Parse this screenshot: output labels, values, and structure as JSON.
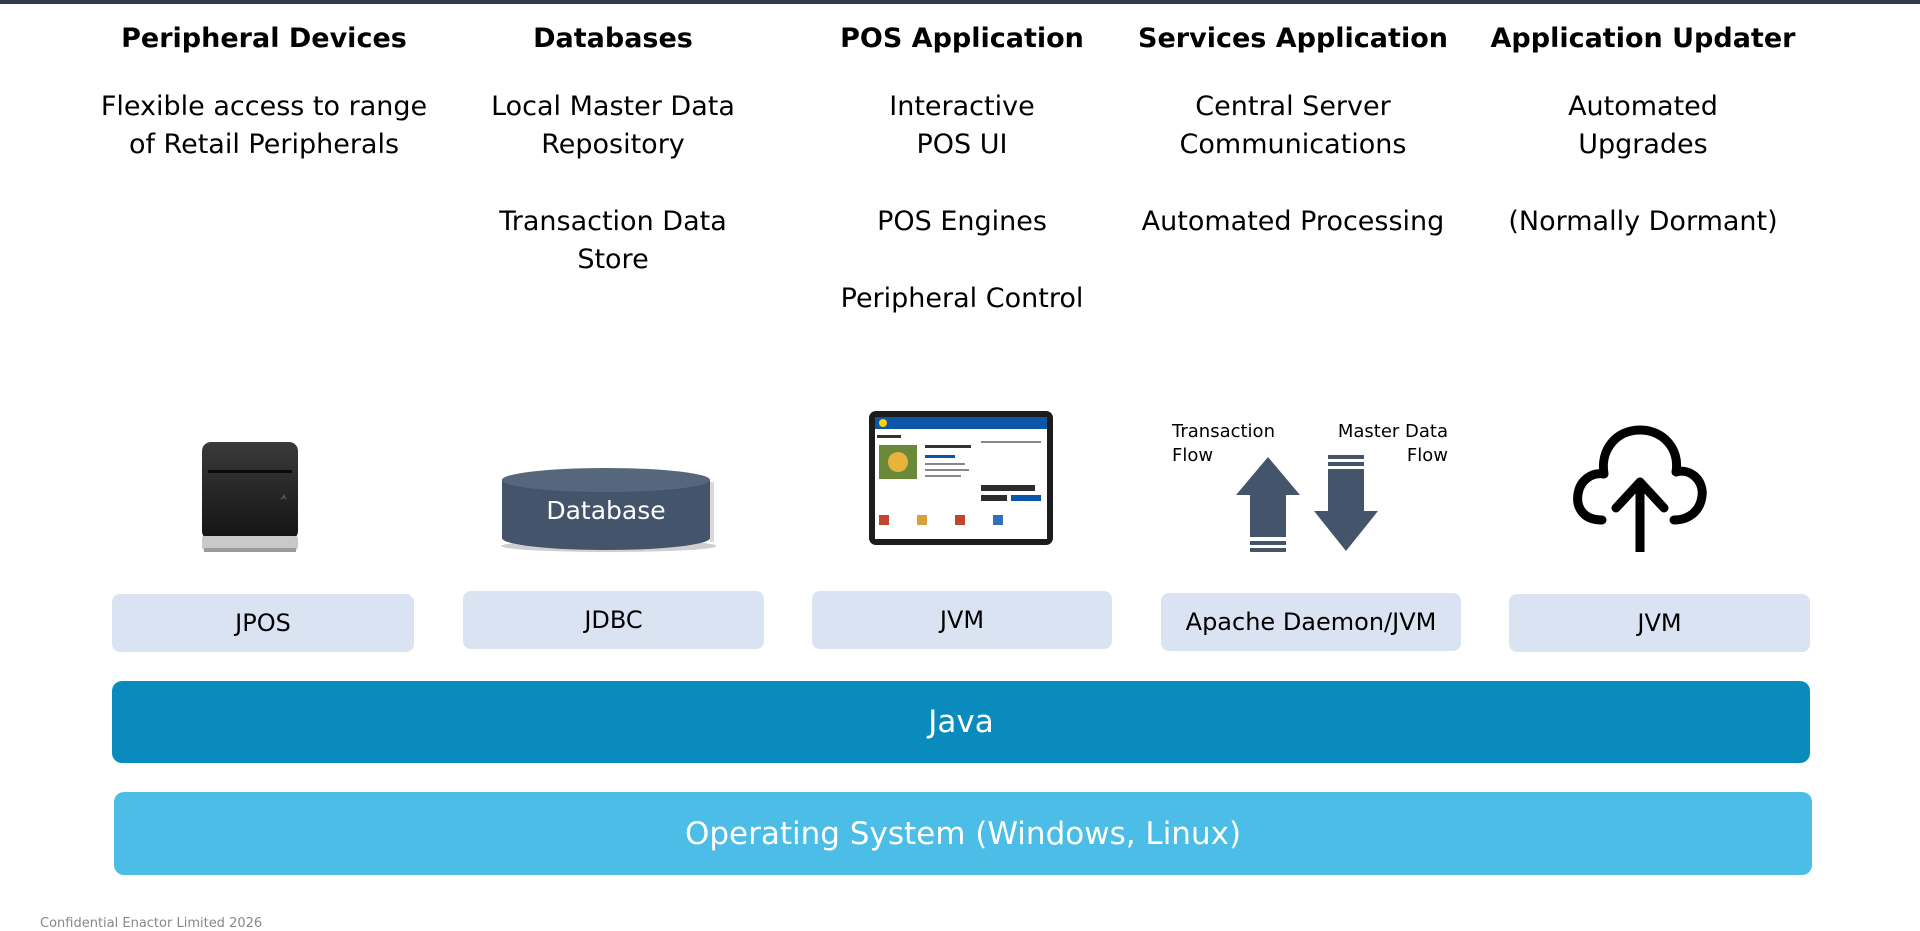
{
  "columns": [
    {
      "title": "Peripheral Devices",
      "lines": [
        "Flexible access to range\nof Retail Peripherals"
      ]
    },
    {
      "title": "Databases",
      "lines": [
        "Local Master Data\nRepository",
        "Transaction Data\nStore"
      ]
    },
    {
      "title": "POS Application",
      "lines": [
        "Interactive\nPOS UI",
        "POS Engines",
        "Peripheral Control"
      ]
    },
    {
      "title": "Services Application",
      "lines": [
        "Central Server\nCommunications",
        "Automated Processing"
      ]
    },
    {
      "title": "Application Updater",
      "lines": [
        "Automated\nUpgrades",
        "(Normally Dormant)"
      ]
    }
  ],
  "icons": {
    "database_label": "Database",
    "transaction_flow": "Transaction\nFlow",
    "master_data_flow": "Master Data\nFlow"
  },
  "pills": [
    "JPOS",
    "JDBC",
    "JVM",
    "Apache Daemon/JVM",
    "JVM"
  ],
  "java_bar": "Java",
  "os_bar": "Operating System (Windows, Linux)",
  "footer": "Confidential Enactor Limited 2026",
  "colors": {
    "java": "#0a8bbd",
    "os": "#4bbde6",
    "pill": "#dae3f2",
    "slate": "#44546a",
    "topbar": "#2e3b4a"
  }
}
